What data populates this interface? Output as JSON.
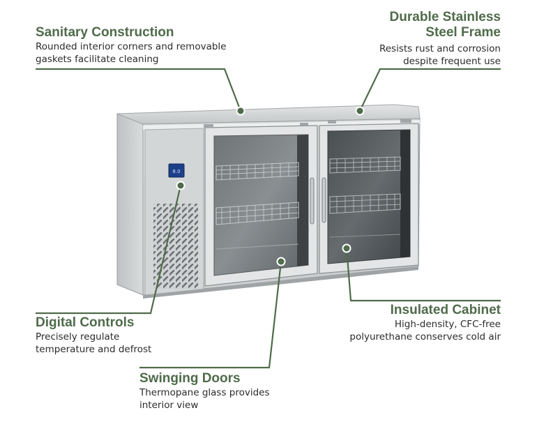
{
  "callouts": {
    "sanitary": {
      "title": "Sanitary Construction",
      "desc_line1": "Rounded interior corners and removable",
      "desc_line2": "gaskets facilitate cleaning"
    },
    "stainless": {
      "title_line1": "Durable Stainless",
      "title_line2": "Steel Frame",
      "desc_line1": "Resists rust and corrosion",
      "desc_line2": "despite frequent use"
    },
    "digital": {
      "title": "Digital Controls",
      "desc_line1": "Precisely regulate",
      "desc_line2": "temperature and defrost"
    },
    "swinging": {
      "title": "Swinging Doors",
      "desc_line1": "Thermopane glass provides",
      "desc_line2": "interior view"
    },
    "insulated": {
      "title": "Insulated Cabinet",
      "desc_line1": "High-density, CFC-free",
      "desc_line2": "polyurethane conserves cold air"
    }
  },
  "display_label": "8.0",
  "colors": {
    "accent": "#4f6b4a",
    "steel_light": "#d4d6d7",
    "steel_mid": "#b9bcbe",
    "steel_dark": "#8f9395"
  }
}
